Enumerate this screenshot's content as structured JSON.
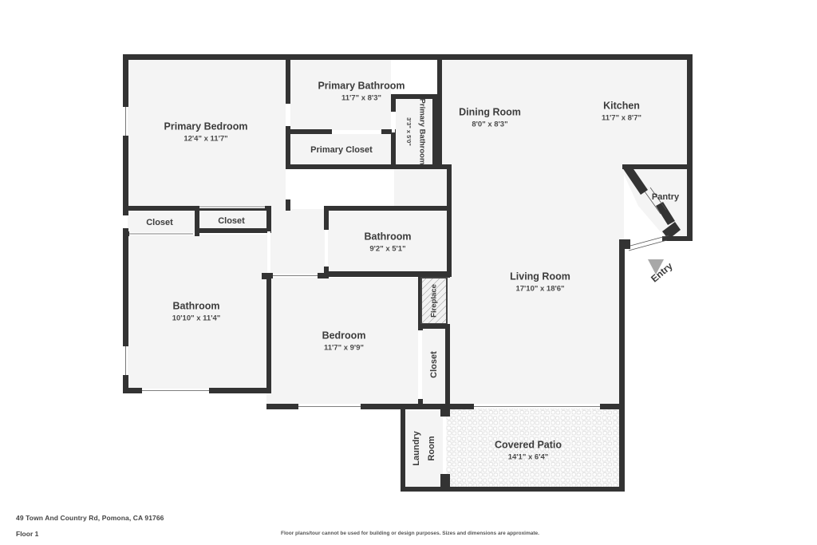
{
  "document": {
    "type": "floor-plan",
    "address": "49 Town And Country Rd, Pomona, CA 91766",
    "floor_label": "Floor 1",
    "disclaimer": "Floor plans/tour cannot be used for building or design purposes. Sizes and dimensions are approximate."
  },
  "colors": {
    "wall": "#333333",
    "room_fill": "#f4f4f4",
    "patio_fill": "#fbfbfb",
    "text": "#3c3c3c",
    "background": "#ffffff",
    "entry_arrow": "#a8a8a8"
  },
  "rooms": [
    {
      "id": "primary-bedroom",
      "name": "Primary Bedroom",
      "dimensions": "12'4\" x 11'7\""
    },
    {
      "id": "primary-bathroom",
      "name": "Primary Bathroom",
      "dimensions": "11'7\" x 8'3\""
    },
    {
      "id": "primary-closet",
      "name": "Primary Closet",
      "dimensions": ""
    },
    {
      "id": "primary-bathroom-2",
      "name": "Primary Bathroom",
      "dimensions": "3'3\" x 5'0\""
    },
    {
      "id": "dining-room",
      "name": "Dining Room",
      "dimensions": "8'0\" x 8'3\""
    },
    {
      "id": "kitchen",
      "name": "Kitchen",
      "dimensions": "11'7\" x 8'7\""
    },
    {
      "id": "pantry",
      "name": "Pantry",
      "dimensions": ""
    },
    {
      "id": "closet-1",
      "name": "Closet",
      "dimensions": ""
    },
    {
      "id": "closet-2",
      "name": "Closet",
      "dimensions": ""
    },
    {
      "id": "bathroom-upper",
      "name": "Bathroom",
      "dimensions": "9'2\" x 5'1\""
    },
    {
      "id": "bathroom-lower",
      "name": "Bathroom",
      "dimensions": "10'10\" x 11'4\""
    },
    {
      "id": "bedroom",
      "name": "Bedroom",
      "dimensions": "11'7\" x 9'9\""
    },
    {
      "id": "fireplace",
      "name": "Fireplace",
      "dimensions": ""
    },
    {
      "id": "closet-bedroom",
      "name": "Closet",
      "dimensions": ""
    },
    {
      "id": "living-room",
      "name": "Living Room",
      "dimensions": "17'10\" x 18'6\""
    },
    {
      "id": "laundry-room",
      "name": "Laundry Room",
      "dimensions": ""
    },
    {
      "id": "covered-patio",
      "name": "Covered Patio",
      "dimensions": "14'1\" x 6'4\""
    }
  ],
  "markers": [
    {
      "id": "entry",
      "label": "Entry"
    }
  ]
}
